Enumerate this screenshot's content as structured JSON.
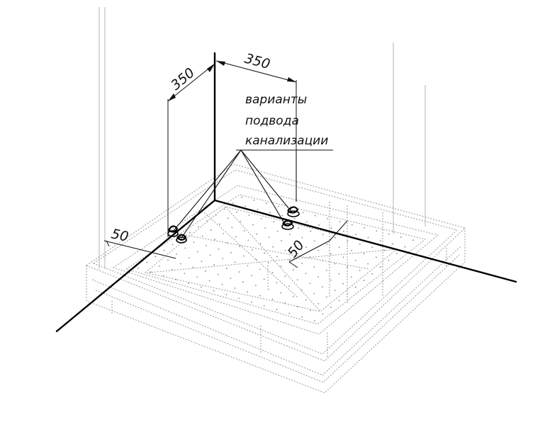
{
  "diagram": {
    "dimensions": {
      "left_wall_offset": "350",
      "back_wall_offset": "350",
      "left_edge_offset": "50",
      "back_edge_offset": "50"
    },
    "annotation": {
      "line1": "варианты",
      "line2": "подвода",
      "line3": "канализации"
    },
    "colors": {
      "ink": "#000000",
      "ghost": "#9a9a9a",
      "background": "#ffffff"
    }
  }
}
